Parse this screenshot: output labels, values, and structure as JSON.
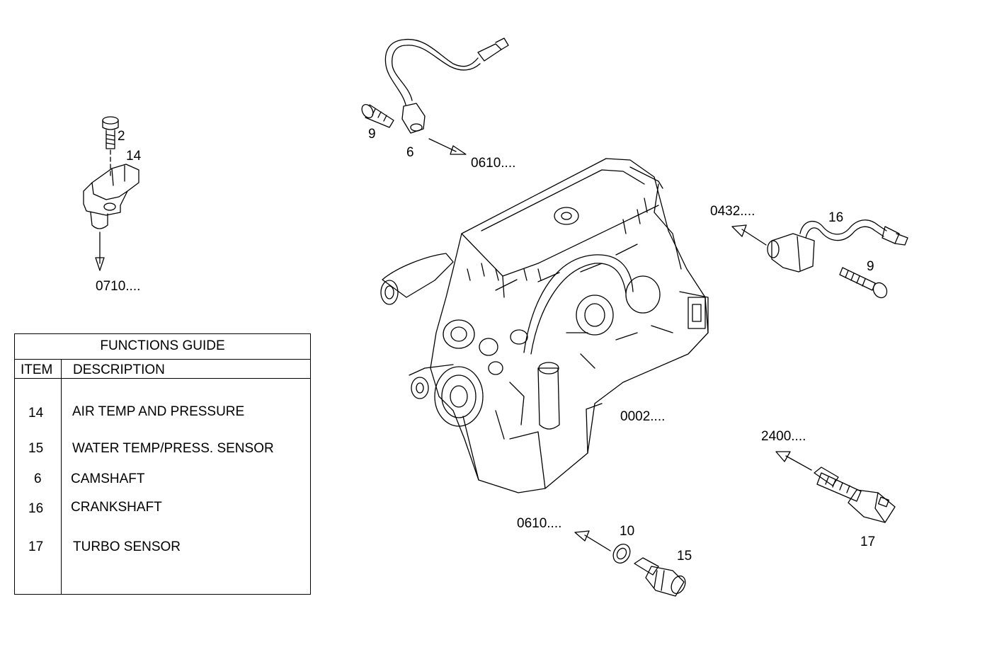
{
  "callouts": {
    "c2": "2",
    "c14": "14",
    "c0710": "0710....",
    "c9a": "9",
    "c6": "6",
    "c0610a": "0610....",
    "c0432": "0432....",
    "c16": "16",
    "c9b": "9",
    "c0002": "0002....",
    "c2400": "2400....",
    "c17": "17",
    "c0610b": "0610....",
    "c10": "10",
    "c15": "15"
  },
  "guide": {
    "title": "FUNCTIONS GUIDE",
    "col_item": "ITEM",
    "col_desc": "DESCRIPTION",
    "rows": [
      {
        "item": "14",
        "desc": "AIR TEMP AND PRESSURE"
      },
      {
        "item": "15",
        "desc": "WATER TEMP/PRESS. SENSOR"
      },
      {
        "item": "6",
        "desc": "CAMSHAFT"
      },
      {
        "item": "16",
        "desc": "CRANKSHAFT"
      },
      {
        "item": "17",
        "desc": "TURBO SENSOR"
      }
    ]
  }
}
